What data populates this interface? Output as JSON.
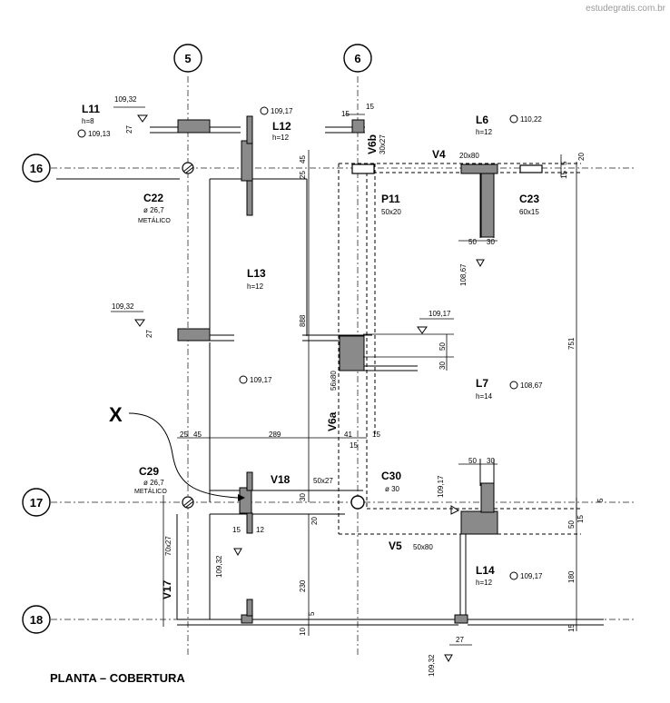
{
  "watermark": "estudegratis.com.br",
  "title": "PLANTA – COBERTURA",
  "grid_axes": [
    "5",
    "6",
    "16",
    "17",
    "18"
  ],
  "marker": "X",
  "slabs": [
    {
      "id": "L11",
      "h": "h=8"
    },
    {
      "id": "L12",
      "h": "h=12"
    },
    {
      "id": "L6",
      "h": "h=12"
    },
    {
      "id": "L13",
      "h": "h=12"
    },
    {
      "id": "L7",
      "h": "h=14"
    },
    {
      "id": "L14",
      "h": "h=12"
    }
  ],
  "columns": [
    {
      "id": "C22",
      "size": "ø 26,7",
      "note": "METÁLICO"
    },
    {
      "id": "C23",
      "size": "60x15"
    },
    {
      "id": "P11",
      "size": "50x20"
    },
    {
      "id": "C29",
      "size": "ø 26,7",
      "note": "METÁLICO"
    },
    {
      "id": "C30",
      "size": "ø 30"
    }
  ],
  "beams": [
    {
      "id": "V4",
      "size": "20x80"
    },
    {
      "id": "V6b",
      "size": "30x27"
    },
    {
      "id": "V6a",
      "size": "56x80"
    },
    {
      "id": "V18",
      "size": "50x27"
    },
    {
      "id": "V5",
      "size": "50x80"
    },
    {
      "id": "V17",
      "size": "70x27"
    }
  ],
  "levels": [
    "109,32",
    "109,13",
    "109,17",
    "110,22",
    "108,67",
    "109,32",
    "109,17",
    "109,17",
    "108,67",
    "109,17",
    "109,32",
    "109,17",
    "109,32"
  ],
  "dims": [
    "15",
    "15",
    "45",
    "25",
    "20",
    "5",
    "15",
    "50",
    "30",
    "27",
    "27",
    "888",
    "751",
    "50",
    "30",
    "25",
    "45",
    "289",
    "41",
    "15",
    "15",
    "50",
    "30",
    "30",
    "20",
    "15",
    "12",
    "230",
    "5",
    "10",
    "50",
    "180",
    "15",
    "5",
    "15",
    "27"
  ]
}
